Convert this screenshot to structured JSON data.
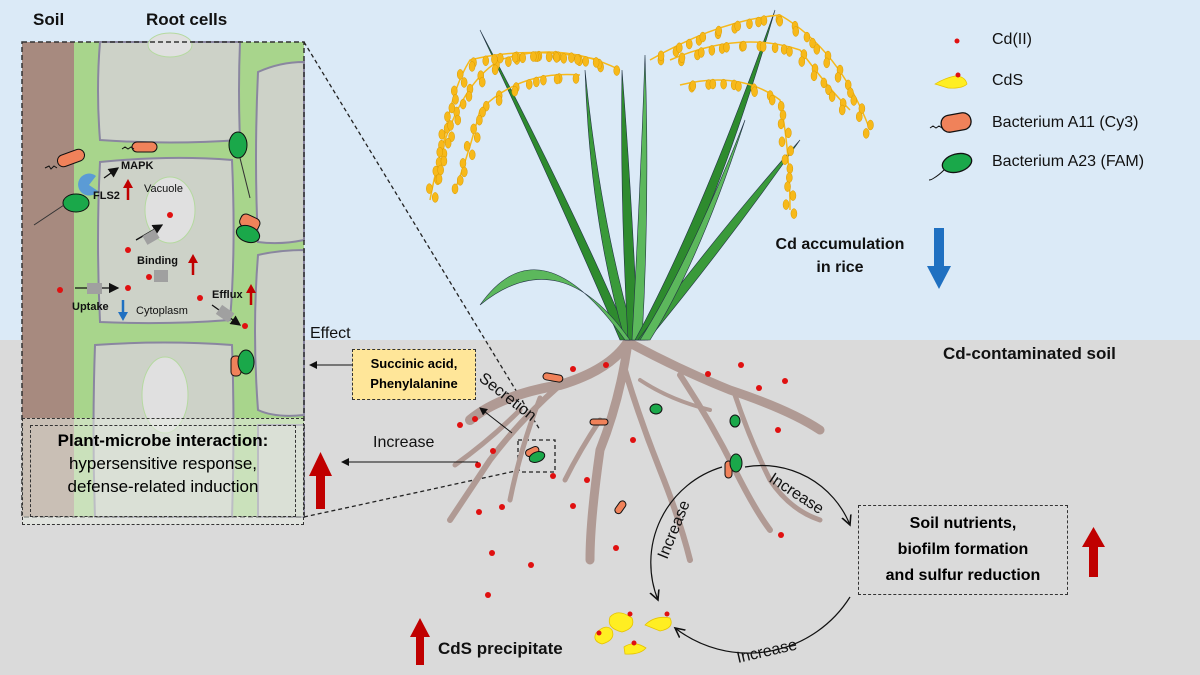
{
  "colors": {
    "sky": "#dbeaf7",
    "soil": "#dadada",
    "soil_column": "#a78a7f",
    "apoplast_green": "#a8d58c",
    "cell": "#cdd2c8",
    "cell_wall": "#8a86a0",
    "vacuole": "#e0e0e0",
    "root": "#b09a94",
    "cd_dot": "#e01010",
    "cds_yellow": "#ffee22",
    "bacterium_a11": "#f0825a",
    "bacterium_a23": "#1aa84a",
    "up_arrow": "#c00000",
    "down_arrow": "#1f70c1",
    "highlight_box": "#ffe699",
    "leaf_dark": "#2e8b2e",
    "leaf_light": "#5cb85c",
    "grain": "#f7b91a"
  },
  "inset": {
    "header_soil": "Soil",
    "header_root_cells": "Root cells",
    "labels": {
      "mapk": "MAPK",
      "fls2": "FLS2",
      "vacuole": "Vacuole",
      "binding": "Binding",
      "uptake": "Uptake",
      "cytoplasm": "Cytoplasm",
      "efflux": "Efflux"
    },
    "trends": {
      "fls2": "up",
      "binding": "up",
      "uptake": "down",
      "efflux": "up"
    },
    "interaction_box": {
      "title": "Plant-microbe interaction:",
      "line1": "hypersensitive response,",
      "line2": "defense-related induction",
      "trend": "up"
    }
  },
  "legend": [
    {
      "icon": "cd-ion-icon",
      "label": "Cd(II)"
    },
    {
      "icon": "cds-precipitate-icon",
      "label": "CdS"
    },
    {
      "icon": "bacterium-a11-icon",
      "label": "Bacterium A11 (Cy3)"
    },
    {
      "icon": "bacterium-a23-icon",
      "label": "Bacterium A23 (FAM)"
    }
  ],
  "annotations": {
    "cd_accumulation": {
      "line1": "Cd accumulation",
      "line2": "in rice",
      "trend": "down"
    },
    "soil_label": "Cd-contaminated soil",
    "effect": "Effect",
    "metabolites": {
      "line1": "Succinic acid,",
      "line2": "Phenylalanine"
    },
    "secretion": "Secretion",
    "increase_left": "Increase",
    "cycle_increase_1": "Increase",
    "cycle_increase_2": "Increase",
    "cycle_increase_3": "Increase",
    "soil_nutrients": {
      "line1": "Soil nutrients,",
      "line2": "biofilm formation",
      "line3": "and sulfur reduction",
      "trend": "up"
    },
    "cds_precipitate": {
      "label": "CdS precipitate",
      "trend": "up"
    }
  }
}
